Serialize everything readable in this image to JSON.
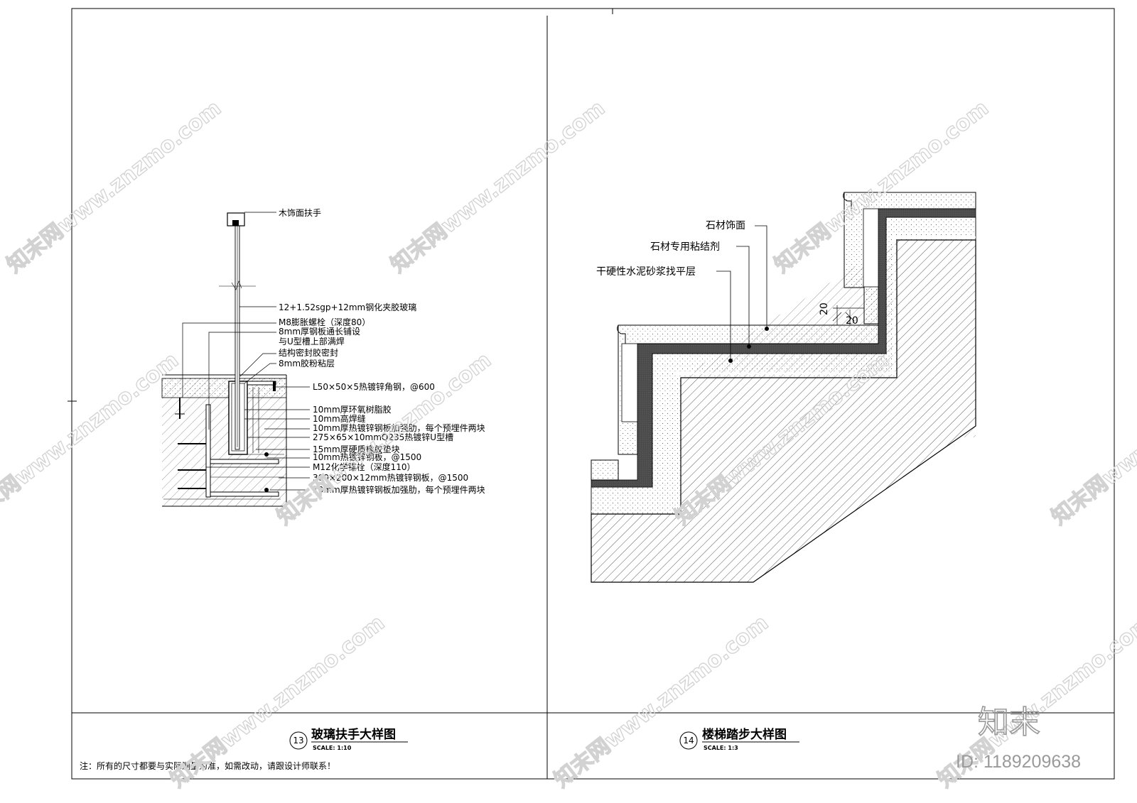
{
  "detail13": {
    "number": "13",
    "title": "玻璃扶手大样图",
    "scale": "SCALE: 1:10",
    "labels": [
      "木饰面扶手",
      "12+1.52sgp+12mm钢化夹胶玻璃",
      "M8膨胀螺栓（深度80）",
      "8mm厚钢板通长铺设",
      "与U型槽上部满焊",
      "结构密封胶密封",
      "8mm胶粉粘层",
      "L50×50×5热镀锌角钢，@600",
      "10mm厚环氧树脂胶",
      "10mm高焊缝",
      "10mm厚热镀锌钢板加强肋，每个预埋件两块",
      "275×65×10mmQ235热镀锌U型槽",
      "15mm厚硬质橡胶垫块",
      "10mm热镀锌钢板，@1500",
      "M12化学锚栓（深度110）",
      "300×200×12mm热镀锌钢板，@1500",
      "10mm厚热镀锌钢板加强肋，每个预埋件两块"
    ]
  },
  "detail14": {
    "number": "14",
    "title": "楼梯踏步大样图",
    "scale": "SCALE: 1:3",
    "labels": [
      "石材饰面",
      "石材专用粘结剂",
      "干硬性水泥砂浆找平层"
    ],
    "dims": [
      "20",
      "20"
    ]
  },
  "note": "注：所有的尺寸都要与实际测量为准，如需改动，请跟设计师联系！",
  "watermark": {
    "text": "知末网www.znzmo.com",
    "logo": "知末",
    "id": "ID: 1189209638"
  }
}
